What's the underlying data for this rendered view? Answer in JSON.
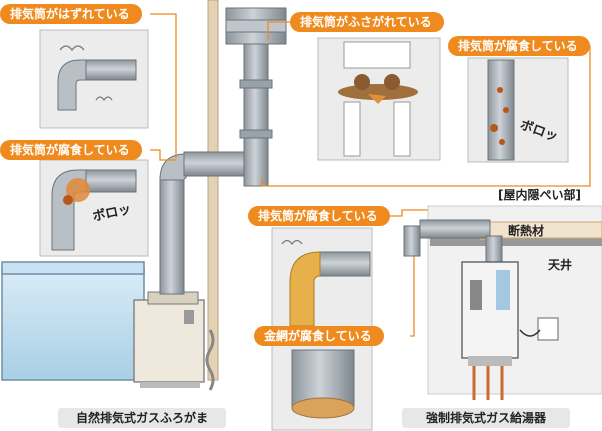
{
  "callouts": {
    "dislodged": "排気筒がはずれている",
    "blocked": "排気筒がふさがれている",
    "corroded_top_right": "排気筒が腐食している",
    "corroded_left": "排気筒が腐食している",
    "corroded_center": "排気筒が腐食している",
    "mesh_corroded": "金網が腐食している"
  },
  "labels": {
    "indoor_hidden": "[屋内隠ぺい部]",
    "insulation": "断熱材",
    "ceiling": "天井"
  },
  "onomatopoeia": {
    "boro_left": "ボロッ",
    "boro_right": "ボロッ"
  },
  "captions": {
    "left": "自然排気式ガスふろがま",
    "right": "強制排気式ガス給湯器"
  },
  "colors": {
    "accent": "#ef8a1f",
    "pipe": "#a9b1b8",
    "pipe_dark": "#7b838b",
    "rust": "#b8561c",
    "panel": "#e6e6e6"
  }
}
